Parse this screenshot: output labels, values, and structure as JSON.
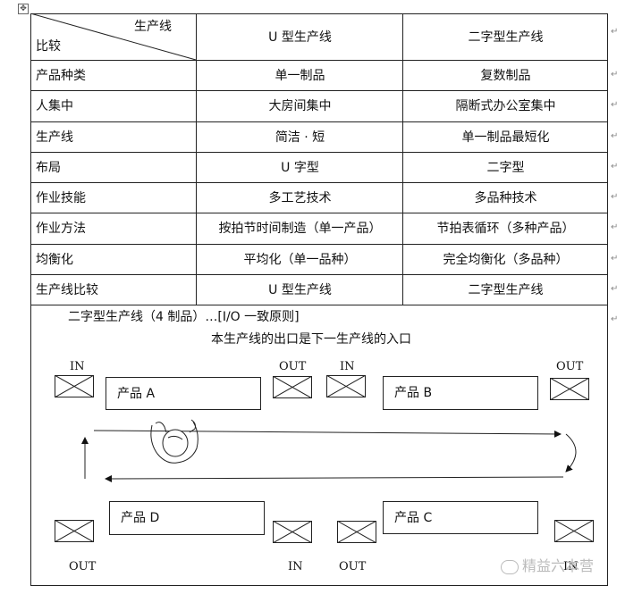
{
  "table": {
    "header": {
      "diagonal_top": "生产线",
      "diagonal_bottom": "比较",
      "col2": "U 型生产线",
      "col3": "二字型生产线"
    },
    "rows": [
      {
        "label": "产品种类",
        "u": "单一制品",
        "two": "复数制品"
      },
      {
        "label": "人集中",
        "u": "大房间集中",
        "two": "隔断式办公室集中"
      },
      {
        "label": "生产线",
        "u": "简洁 · 短",
        "two": "单一制品最短化"
      },
      {
        "label": "布局",
        "u": "U 字型",
        "two": "二字型"
      },
      {
        "label": "作业技能",
        "u": "多工艺技术",
        "two": "多品种技术"
      },
      {
        "label": "作业方法",
        "u": "按拍节时间制造（单一产品）",
        "two": "节拍表循环（多种产品）"
      },
      {
        "label": "均衡化",
        "u": "平均化（单一品种）",
        "two": "完全均衡化（多品种）"
      },
      {
        "label": "生产线比较",
        "u": "U 型生产线",
        "two": "二字型生产线"
      }
    ]
  },
  "diagram": {
    "title": "二字型生产线（4 制品）…[I/O 一致原则]",
    "subtitle": "本生产线的出口是下一生产线的入口",
    "products": {
      "a": "产品 A",
      "b": "产品 B",
      "c": "产品 C",
      "d": "产品 D"
    },
    "io_labels": {
      "in": "IN",
      "out": "OUT"
    }
  },
  "watermark": "精益六本营",
  "icons": [
    "table-move-handle-icon",
    "worker-icon",
    "wechat-icon"
  ]
}
